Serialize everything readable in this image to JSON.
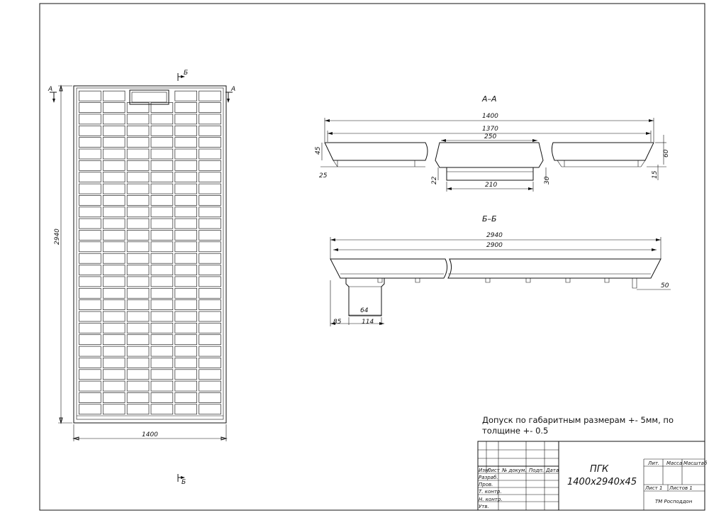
{
  "plan": {
    "width_label": "1400",
    "height_label": "2940",
    "section_a_mark": "А",
    "section_b_mark": "Б",
    "rows": 28,
    "cols": 6
  },
  "section_aa": {
    "title": "А–А",
    "dim_1400": "1400",
    "dim_1370": "1370",
    "dim_250": "250",
    "dim_210": "210",
    "dim_45": "45",
    "dim_25": "25",
    "dim_22": "22",
    "dim_30": "30",
    "dim_60": "60",
    "dim_15": "15"
  },
  "section_bb": {
    "title": "Б–Б",
    "dim_2940": "2940",
    "dim_2900": "2900",
    "dim_64": "64",
    "dim_85": "85",
    "dim_114": "114",
    "dim_50": "50"
  },
  "note": {
    "line1": "Допуск по габаритным размерам +- 5мм, по",
    "line2": "толщине +- 0.5"
  },
  "title_block": {
    "hdr_izm": "Изм.",
    "hdr_list": "Лист",
    "hdr_doc": "№ докум.",
    "hdr_podp": "Подп.",
    "hdr_data": "Дата",
    "razrab": "Разраб.",
    "prov": "Пров.",
    "tkontr": "Т. контр.",
    "nkontr": "Н. контр.",
    "utv": "Утв.",
    "name_line1": "ПГК",
    "name_line2": "1400х2940х45",
    "lit": "Лит.",
    "massa": "Масса",
    "masshtab": "Масштаб",
    "list": "Лист 1",
    "listov": "Листов 1",
    "org": "ТМ Росподдон"
  }
}
